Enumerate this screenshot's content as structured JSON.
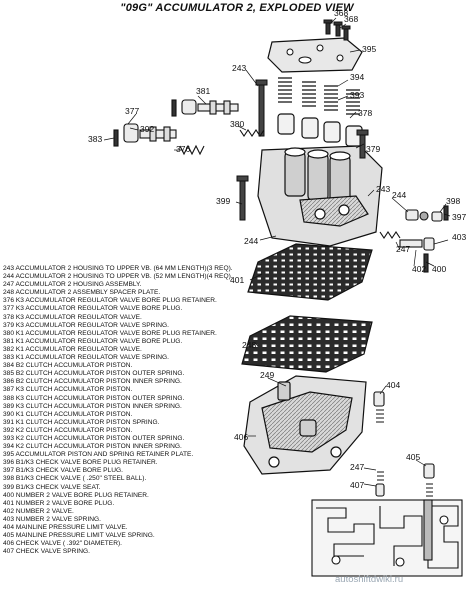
{
  "title": "\"09G\" ACCUMULATOR 2, EXPLODED VIEW",
  "callouts": [
    "368",
    "368",
    "395",
    "243",
    "394",
    "381",
    "393",
    "377",
    "378",
    "392",
    "380",
    "383",
    "376",
    "379",
    "243",
    "244",
    "399",
    "398",
    "397",
    "244",
    "247",
    "403",
    "402",
    "400",
    "401",
    "248",
    "249",
    "404",
    "406",
    "247",
    "405",
    "407"
  ],
  "legend": [
    "243 ACCUMULATOR 2 HOUSING TO UPPER VB. (64 MM LENGTH)(3 REQ).",
    "244 ACCUMULATOR 2 HOUSING TO UPPER VB. (52 MM LENGTH)(4 REQ).",
    "247 ACCUMULATOR 2 HOUSING ASSEMBLY.",
    "248 ACCUMULATOR 2 ASSEMBLY SPACER PLATE.",
    "376 K3 ACCUMULATOR REGULATOR VALVE BORE PLUG RETAINER.",
    "377 K3 ACCUMULATOR REGULATOR VALVE BORE PLUG.",
    "378 K3 ACCUMULATOR REGULATOR VALVE.",
    "379 K3 ACCUMULATOR REGULATOR VALVE SPRING.",
    "380 K1 ACCUMULATOR REGULATOR VALVE BORE PLUG RETAINER.",
    "381 K1 ACCUMULATOR REGULATOR VALVE BORE PLUG.",
    "382 K1 ACCUMULATOR REGULATOR VALVE.",
    "383 K1 ACCUMULATOR REGULATOR VALVE SPRING.",
    "384 B2 CLUTCH ACCUMULATOR PISTON.",
    "385 B2 CLUTCH ACCUMULATOR PISTON OUTER SPRING.",
    "386 B2 CLUTCH ACCUMULATOR PISTON INNER SPRING.",
    "387 K3 CLUTCH ACCUMULATOR PISTON.",
    "388 K3 CLUTCH ACCUMULATOR PISTON OUTER SPRING.",
    "389 K3 CLUTCH ACCUMULATOR PISTON INNER SPRING.",
    "390 K1 CLUTCH ACCUMULATOR PISTON.",
    "391 K1 CLUTCH ACCUMULATOR PISTON SPRING.",
    "392 K2 CLUTCH ACCUMULATOR PISTON.",
    "393 K2 CLUTCH ACCUMULATOR PISTON OUTER SPRING.",
    "394 K2 CLUTCH ACCUMULATOR PISTON INNER SPRING.",
    "395 ACCUMULATOR PISTON AND SPRING RETAINER PLATE.",
    "396 B1/K3 CHECK VALVE BORE PLUG RETAINER.",
    "397 B1/K3 CHECK VALVE BORE PLUG.",
    "398 B1/K3 CHECK VALVE ( .250\" STEEL BALL).",
    "399 B1/K3 CHECK VALVE SEAT.",
    "400 NUMBER 2 VALVE BORE PLUG RETAINER.",
    "401 NUMBER 2 VALVE BORE PLUG.",
    "402 NUMBER 2 VALVE.",
    "403 NUMBER 2 VALVE SPRING.",
    "404 MAINLINE PRESSURE LIMIT VALVE.",
    "405 MAINLINE PRESSURE LIMIT VALVE SPRING.",
    "406 CHECK VALVE ( .392\" DIAMETER).",
    "407 CHECK VALVE SPRING."
  ],
  "watermark": "autoshiftdwiki.ru"
}
